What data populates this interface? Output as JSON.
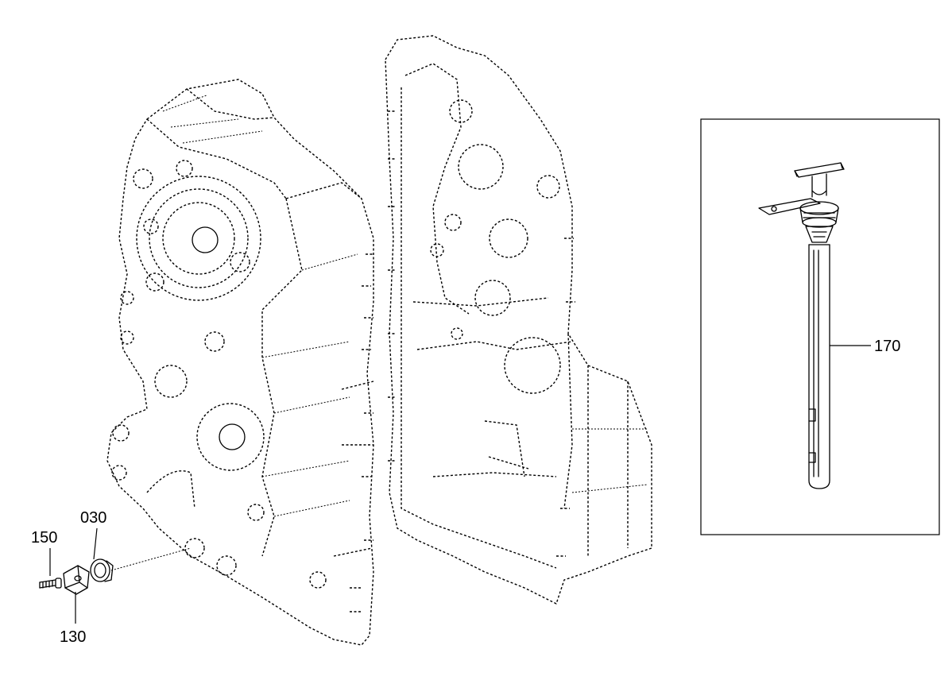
{
  "callouts": {
    "c030": "030",
    "c150": "150",
    "c130": "130",
    "c170": "170"
  },
  "icons": {
    "front_housing": "transmission-housing-front-drawing",
    "rear_housing": "transmission-housing-rear-drawing",
    "dipstick": "oil-dipstick-drawing",
    "cover": "cover-plate-drawing",
    "seal": "sealing-ring-drawing",
    "screw": "screw-drawing"
  },
  "colors": {
    "ink": "#000000",
    "background": "#ffffff"
  }
}
